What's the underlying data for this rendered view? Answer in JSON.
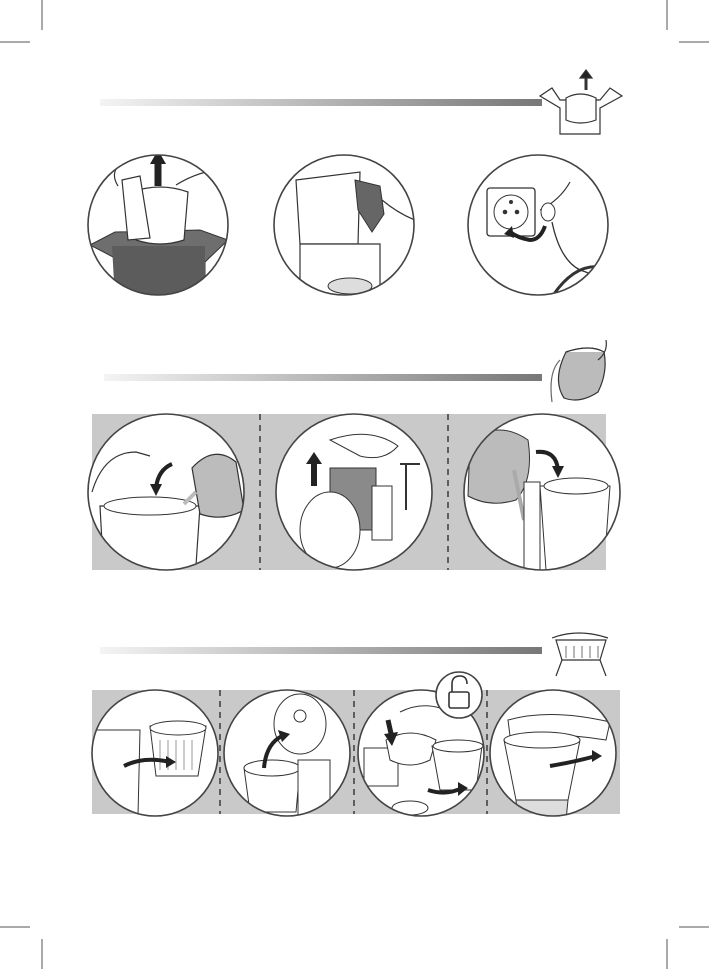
{
  "page": {
    "background": "#ffffff",
    "line_color": "#3a3a3a",
    "strip_fill": "#c9c9c9",
    "bar_gradient": [
      "#f2f2f2",
      "#7a7a7a"
    ]
  },
  "sections": [
    {
      "id": "unpack",
      "header_icon": "unpack-box-icon",
      "steps": [
        {
          "icon": "lift-out-of-box-icon"
        },
        {
          "icon": "remove-protective-film-icon"
        },
        {
          "icon": "plug-into-socket-icon"
        }
      ]
    },
    {
      "id": "water-fill",
      "header_icon": "pour-water-jug-icon",
      "steps": [
        {
          "icon": "open-lid-pour-icon"
        },
        {
          "icon": "remove-tank-fill-at-tap-icon"
        },
        {
          "icon": "pour-into-tank-icon"
        }
      ]
    },
    {
      "id": "filter-handling",
      "header_icon": "filter-holder-icon",
      "steps": [
        {
          "icon": "swing-filter-holder-icon"
        },
        {
          "icon": "open-filter-lid-icon"
        },
        {
          "icon": "unlock-remove-filter-icon",
          "badge_icon": "unlock-padlock-icon"
        },
        {
          "icon": "close-filter-holder-icon"
        }
      ]
    }
  ]
}
